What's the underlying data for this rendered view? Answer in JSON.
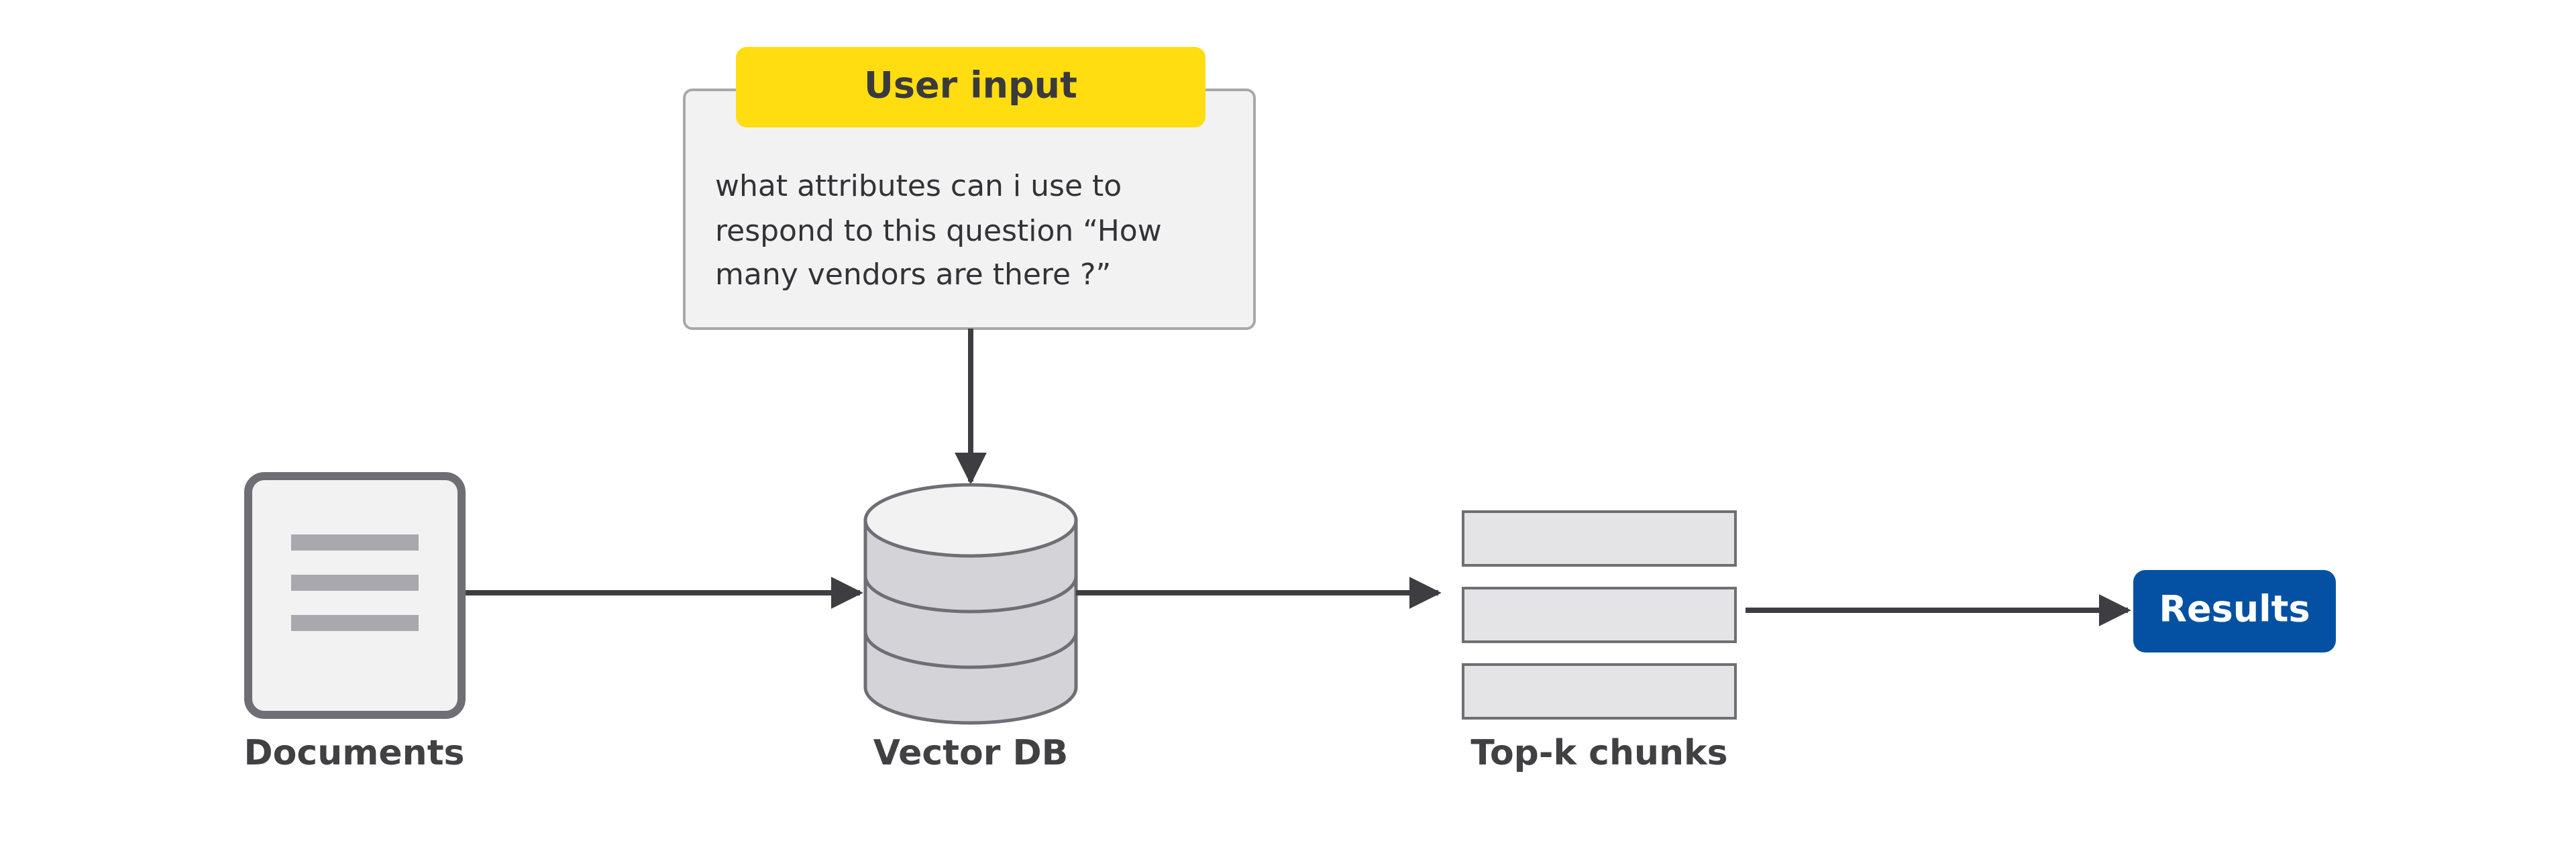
{
  "user_input": {
    "title": "User input",
    "lines": [
      "what attributes can i use to",
      "respond to this question “How",
      "many vendors are there ?”"
    ]
  },
  "nodes": {
    "documents": {
      "label": "Documents",
      "icon": "document-icon"
    },
    "vector_db": {
      "label": "Vector DB",
      "icon": "database-icon"
    },
    "top_k": {
      "label": "Top-k chunks",
      "icon": "chunks-icon"
    },
    "results": {
      "label": "Results"
    }
  },
  "colors": {
    "user_input_badge": "#FFDD11",
    "input_box_fill": "#F2F2F2",
    "input_box_border": "#A8A8AA",
    "arrow": "#3E3E42",
    "results_fill": "#0451A3",
    "shape_fill": "#E4E4E6",
    "shape_stroke": "#6E6E74",
    "doc_lines": "#A8A8AE",
    "label_text": "#414144"
  }
}
